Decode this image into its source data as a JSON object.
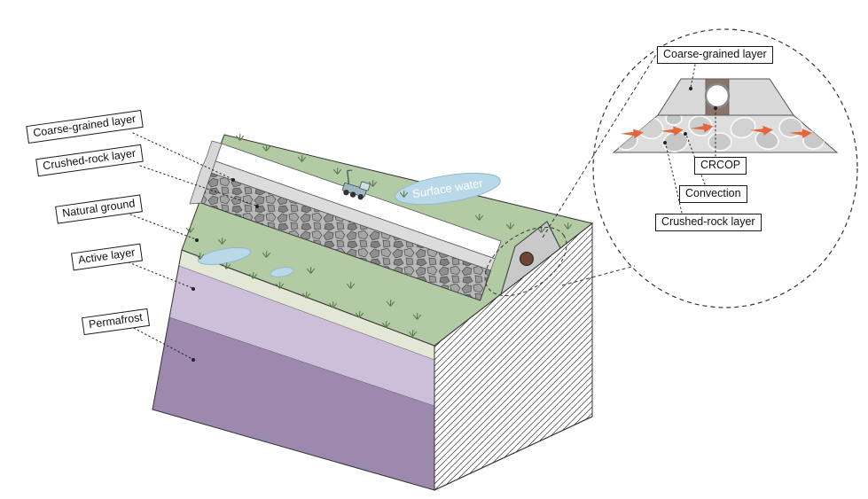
{
  "figure": {
    "description": "Isometric block diagram of a crushed-rock embankment over permafrost with a zoomed circular inset of the embankment cross-section"
  },
  "main_labels": {
    "coarse_grained": "Coarse-grained layer",
    "crushed_rock": "Crushed-rock layer",
    "natural_ground": "Natural ground",
    "active_layer": "Active layer",
    "permafrost": "Permafrost",
    "surface_water": "Surface water"
  },
  "inset_labels": {
    "coarse_grained": "Coarse-grained layer",
    "crcop": "CRCOP",
    "convection": "Convection",
    "crushed_rock": "Crushed-rock layer"
  },
  "colors": {
    "grass": "#b3cba4",
    "topsoil": "#e3e7d6",
    "active_layer": "#cdbeda",
    "permafrost": "#9d88ae",
    "water": "#b9d9e8",
    "road": "#ffffff",
    "road_side": "#dcdcdc",
    "cross_section": "#c9c9c9",
    "culvert": "#6e4435",
    "arrow": "#e2683c",
    "pipe_casing": "#8a7468",
    "inset_layer": "#d9d9d9",
    "inset_rock_bg": "#dedede"
  }
}
